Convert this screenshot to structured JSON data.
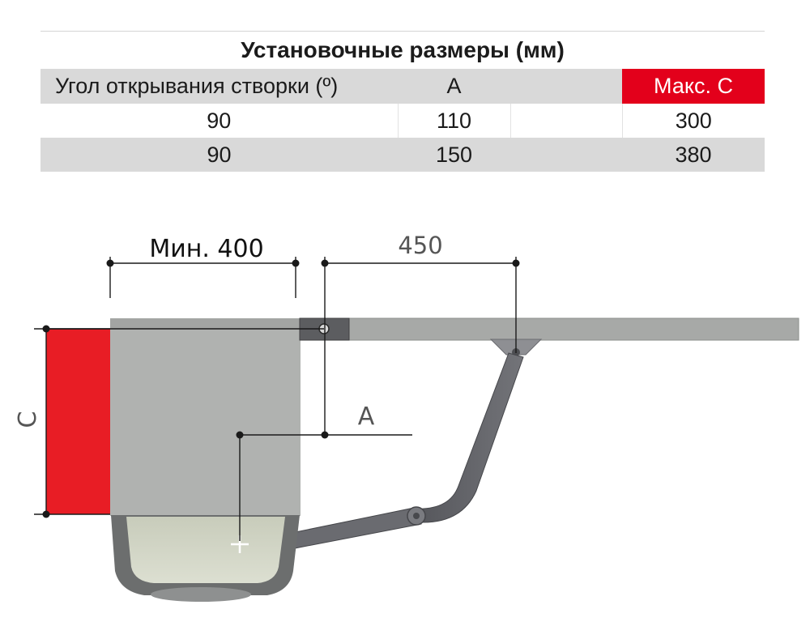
{
  "table": {
    "title": "Установочные размеры (мм)",
    "columns": [
      "Угол открывания створки (º)",
      "A",
      "",
      "Макс. C"
    ],
    "rows": [
      [
        "90",
        "110",
        "",
        "300"
      ],
      [
        "90",
        "150",
        "",
        "380"
      ]
    ]
  },
  "diagram": {
    "min_label": "Мин. 400",
    "arm_label": "450",
    "a_label": "A",
    "c_label": "C"
  },
  "colors": {
    "accent": "#e3001b",
    "header_bg": "#d9d9d9",
    "pillar": "#b0b2b0",
    "gate": "#a7a9a7",
    "arm": "#5f6066"
  }
}
